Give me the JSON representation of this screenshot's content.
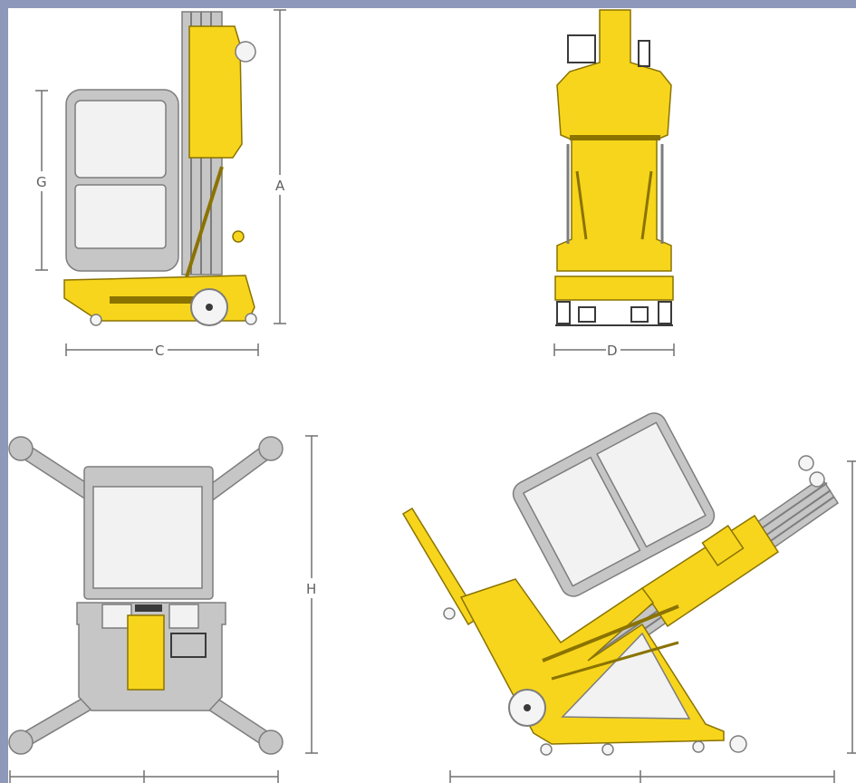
{
  "colors": {
    "frame": "#8e98ba",
    "yellow": "#f7d51c",
    "yellow_edge": "#8a7300",
    "gray": "#bfbfbf",
    "gray_edge": "#808080",
    "dim": "#707070"
  },
  "views": [
    {
      "name": "side-view",
      "dimensions": [
        "A",
        "C",
        "G"
      ]
    },
    {
      "name": "front-view",
      "dimensions": [
        "D"
      ]
    },
    {
      "name": "top-view",
      "dimensions": [
        "H"
      ]
    },
    {
      "name": "stowed-view",
      "dimensions": []
    }
  ],
  "labels": {
    "a": "A",
    "c": "C",
    "d": "D",
    "g": "G",
    "h": "H"
  }
}
